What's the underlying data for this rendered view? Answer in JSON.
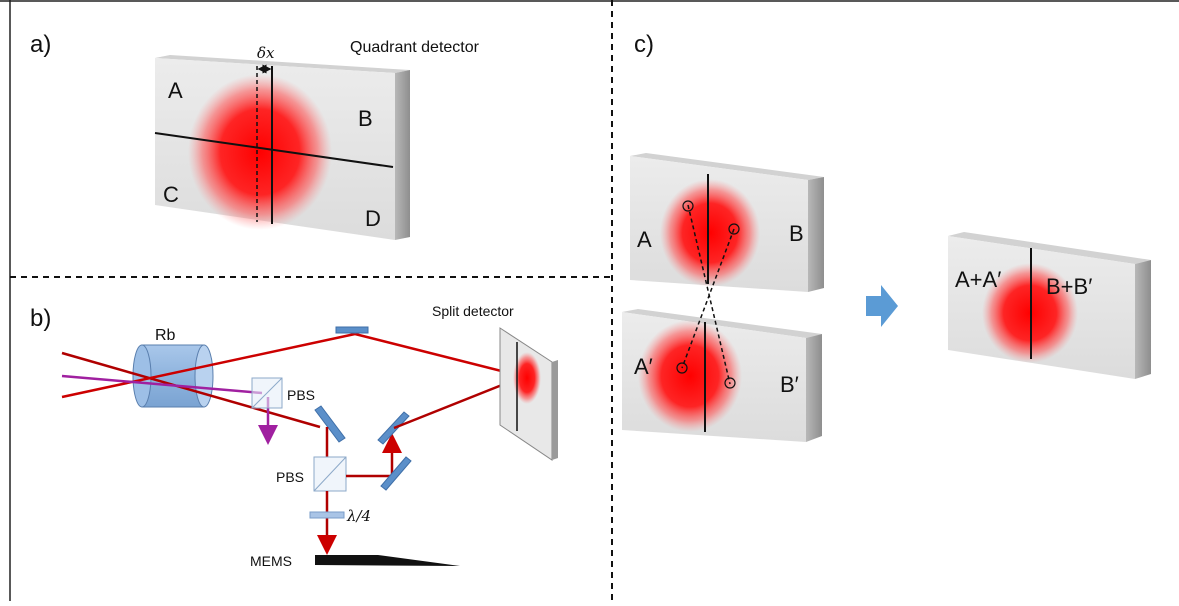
{
  "panels": {
    "a": {
      "label": "a)",
      "title": "Quadrant detector",
      "offset_label": "δx",
      "quadrants": [
        "A",
        "B",
        "C",
        "D"
      ]
    },
    "b": {
      "label": "b)",
      "cell_label": "Rb",
      "pbs_top_label": "PBS",
      "pbs_bottom_label": "PBS",
      "waveplate_label": "λ/4",
      "mems_label": "MEMS",
      "detector_title": "Split detector"
    },
    "c": {
      "label": "c)",
      "top_left": "A",
      "top_right": "B",
      "bottom_left": "A′",
      "bottom_right": "B′",
      "combined_left": "A+A′",
      "combined_right": "B+B′"
    }
  },
  "colors": {
    "beam": "#cc0000",
    "beam_dark": "#b00000",
    "pump": "#a020a0",
    "optic_blue": "#5b8fc9",
    "detector_face": "#e4e4e4",
    "detector_side": "#a8a8a8",
    "spot": "#ff0000",
    "arrow_blue": "#5b9bd5"
  }
}
